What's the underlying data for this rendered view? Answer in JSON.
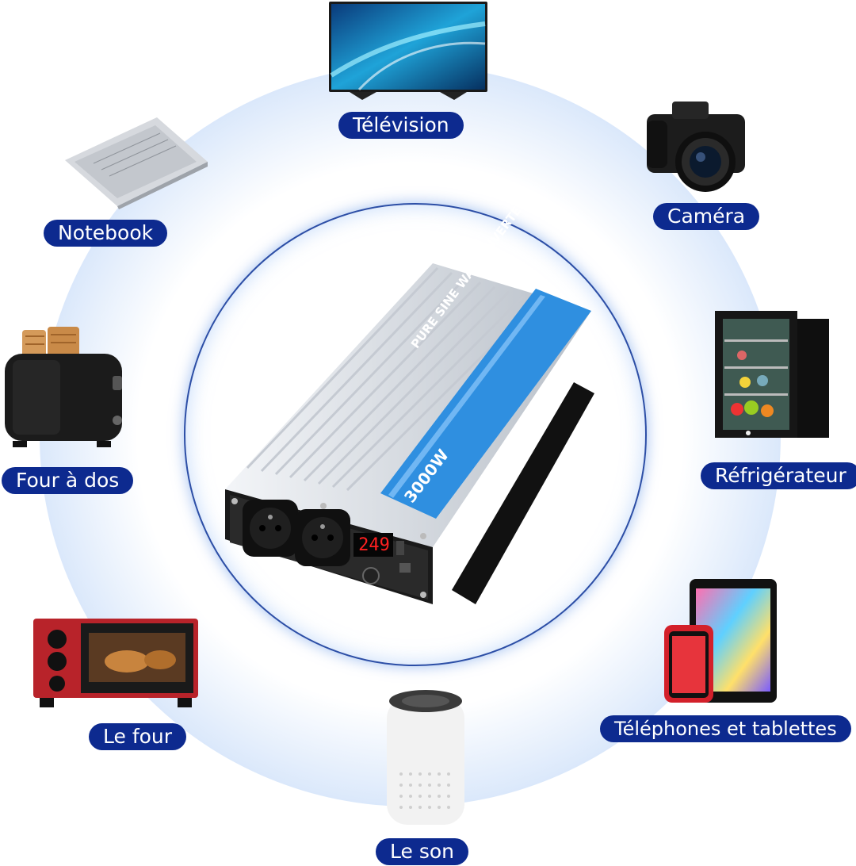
{
  "labels": {
    "television": "Télévision",
    "camera": "Caméra",
    "notebook": "Notebook",
    "refrigerator": "Réfrigérateur",
    "toaster": "Four à dos",
    "oven": "Le four",
    "phones_tablets": "Téléphones et tablettes",
    "air_purifier": "Le son"
  },
  "inverter": {
    "title": "PURE SINE WAVE INVERTER",
    "power": "3000W",
    "display_value": "249"
  },
  "colors": {
    "label_bg": "#0d2a8f",
    "label_text": "#ffffff",
    "ring": "#c2d8f6",
    "panel_blue": "#2f8fe0",
    "display_red": "#ff2020"
  }
}
